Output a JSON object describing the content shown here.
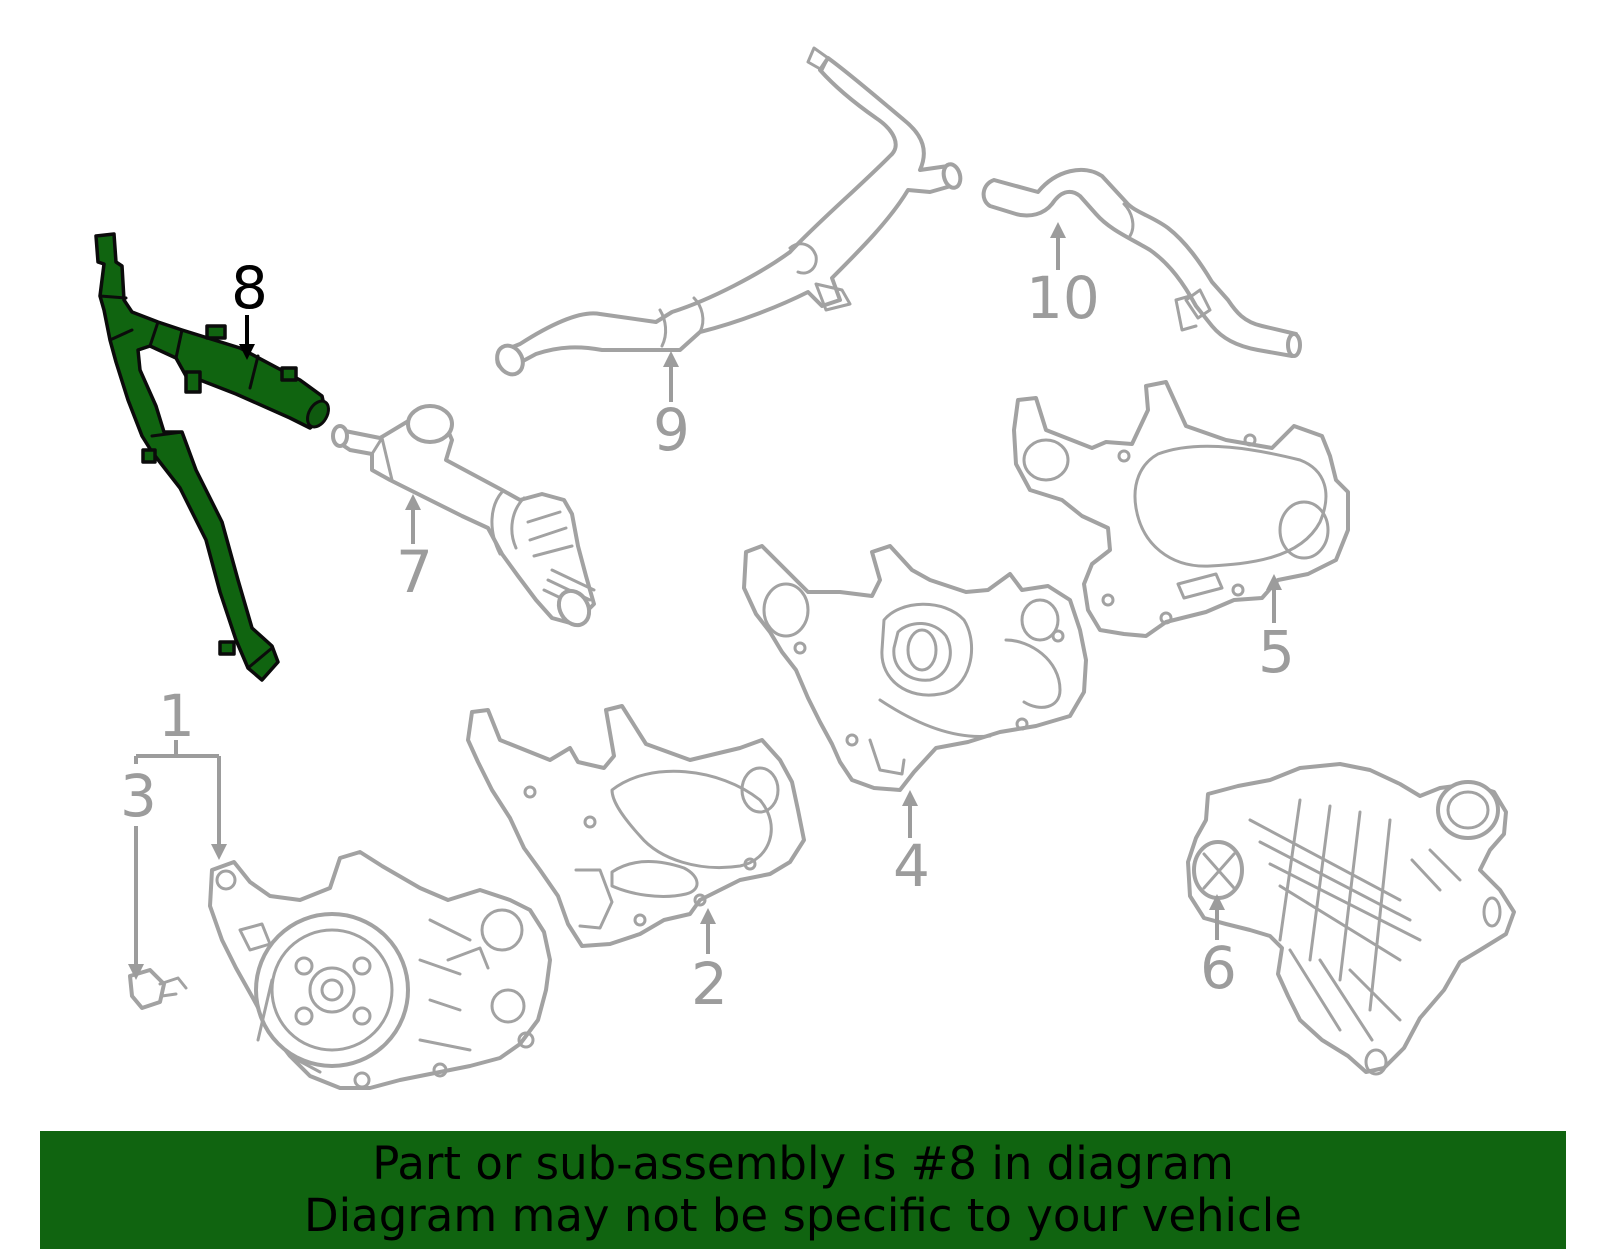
{
  "callouts": {
    "c1": "1",
    "c2": "2",
    "c3": "3",
    "c4": "4",
    "c5": "5",
    "c6": "6",
    "c7": "7",
    "c8": "8",
    "c9": "9",
    "c10": "10"
  },
  "highlighted_part": "8",
  "colors": {
    "highlight": "#106410",
    "part_outline": "#a2a2a2",
    "banner_background": "#106410",
    "banner_text": "#000000"
  },
  "banner": {
    "line1": "Part or sub-assembly is #8 in diagram",
    "line2": "Diagram may not be specific to your vehicle"
  }
}
